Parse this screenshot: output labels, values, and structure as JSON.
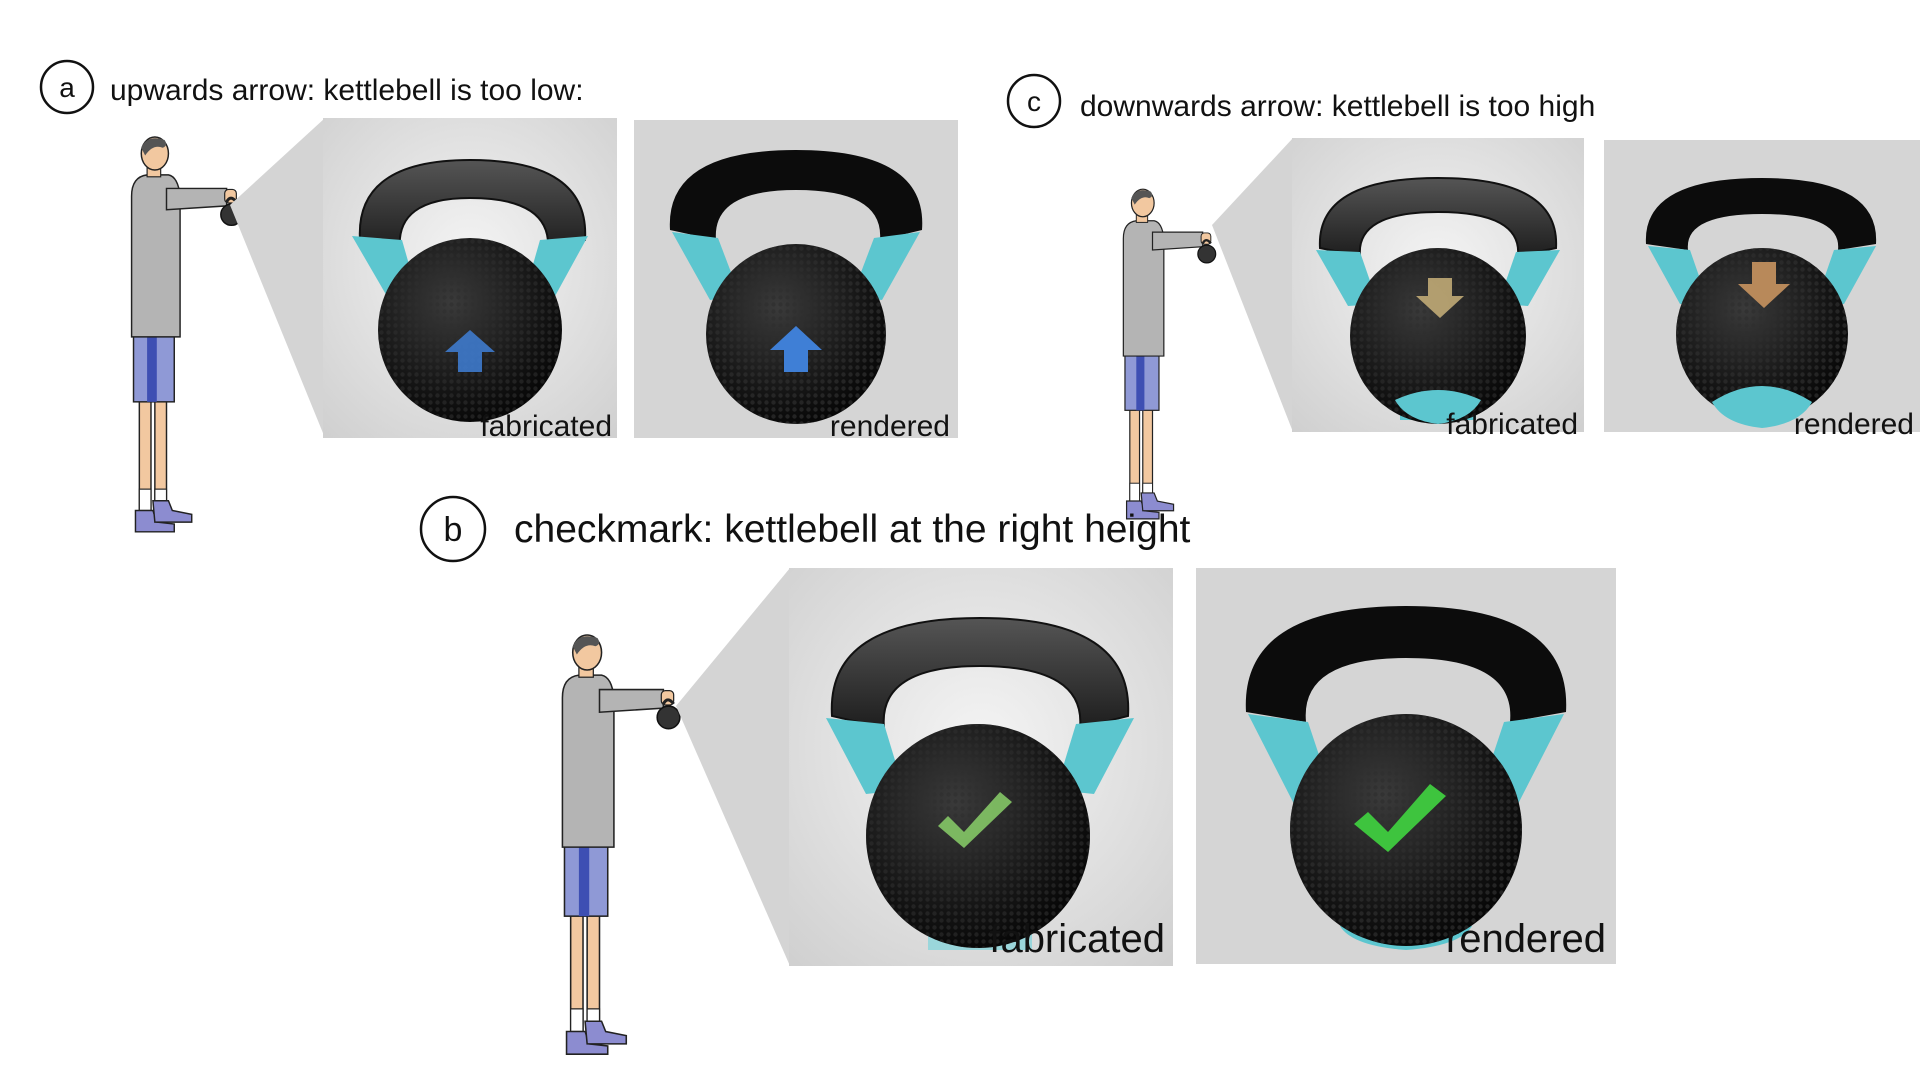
{
  "panels": {
    "a": {
      "letter": "a",
      "caption": "upwards arrow: kettlebell is too low:",
      "photo_label": "fabricated",
      "render_label": "rendered",
      "indicator": "upwards-arrow",
      "indicator_color": "#3f7fd6"
    },
    "b": {
      "letter": "b",
      "caption": "checkmark: kettlebell at the right height",
      "photo_label": "fabricated",
      "render_label": "rendered",
      "indicator": "checkmark",
      "indicator_color": "#3ec43e"
    },
    "c": {
      "letter": "c",
      "caption": "downwards arrow: kettlebell is too high",
      "photo_label": "fabricated",
      "render_label": "rendered",
      "indicator": "downwards-arrow",
      "indicator_color": "#b8895a"
    }
  },
  "colors": {
    "handle": "#2b2b2b",
    "handle_rendered": "#0c0c0c",
    "cyan_accent": "#5cc6cf",
    "ball": "#141414",
    "photo_bg": "#dcdcdc",
    "render_bg": "#d5d5d5",
    "zoom_wedge": "#d4d4d4",
    "shirt": "#b4b4b4",
    "shorts": "#8f99d6",
    "shorts_stripe": "#3e4fb3",
    "skin": "#f2c8a0",
    "shoes": "#8c8cd0"
  }
}
